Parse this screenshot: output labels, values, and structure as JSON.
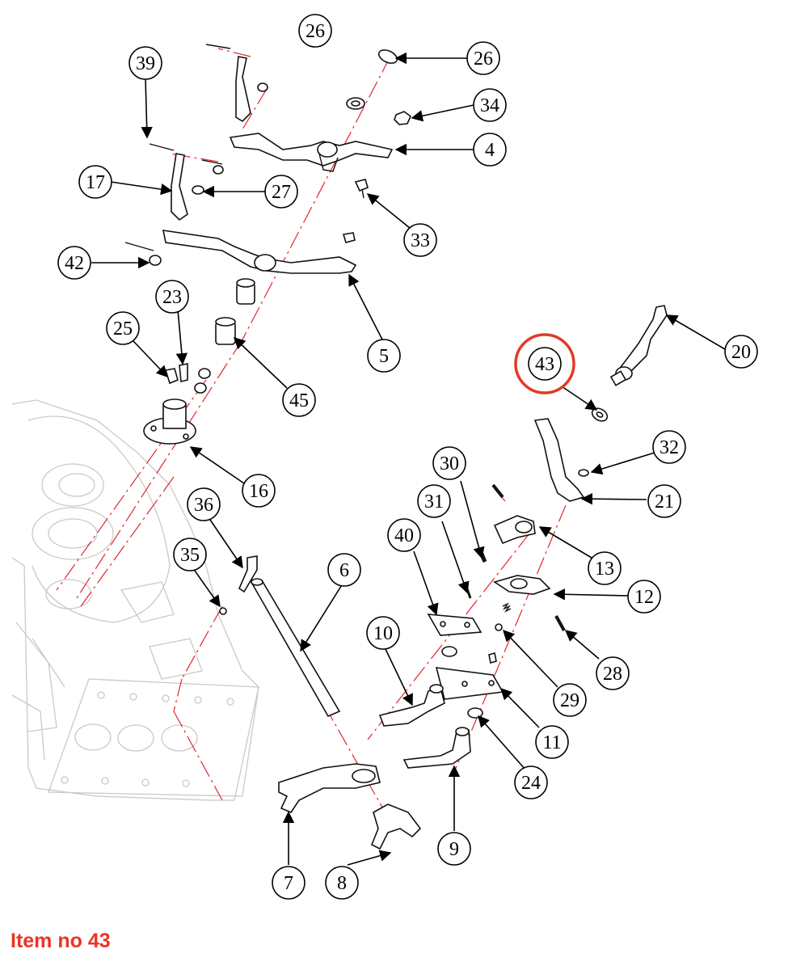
{
  "caption": "Item no 43",
  "highlighted_item": "43",
  "highlight_color": "#e23a26",
  "caption_color": "#ec3324",
  "axis_color": "#e3262c",
  "callouts": [
    "26",
    "26",
    "34",
    "4",
    "39",
    "17",
    "27",
    "33",
    "42",
    "5",
    "23",
    "25",
    "45",
    "16",
    "43",
    "20",
    "32",
    "21",
    "30",
    "31",
    "40",
    "13",
    "36",
    "35",
    "6",
    "12",
    "10",
    "28",
    "29",
    "11",
    "24",
    "9",
    "7",
    "8"
  ]
}
